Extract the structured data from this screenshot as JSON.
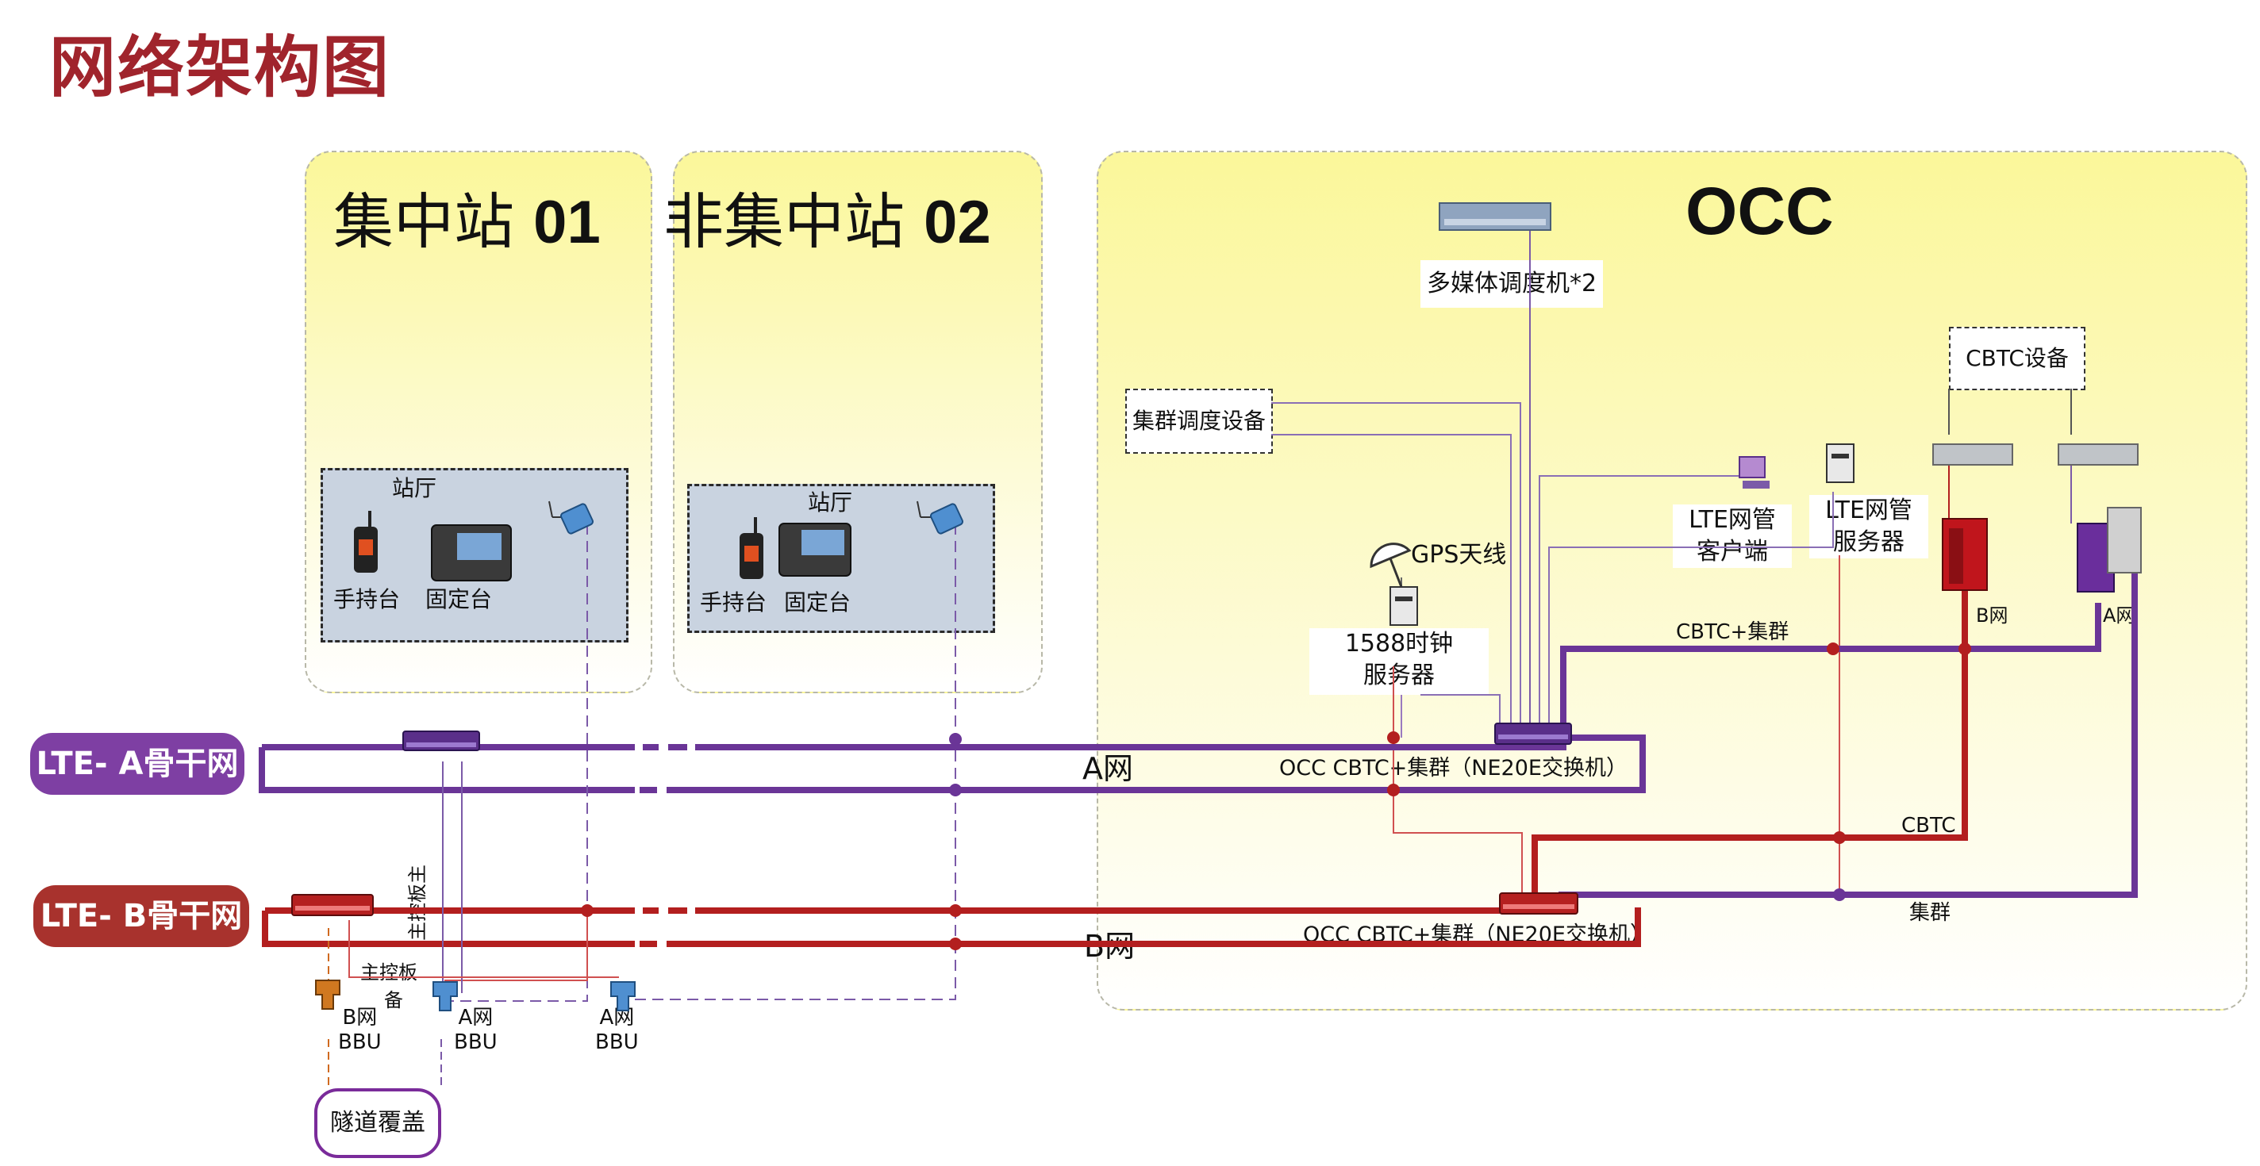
{
  "page_title": "网络架构图",
  "stations": {
    "central": {
      "name": "集中站",
      "number": "01"
    },
    "noncentral": {
      "name": "非集中站",
      "number": "02"
    }
  },
  "occ": {
    "title": "OCC",
    "multimedia_dispatcher": "多媒体调度机*2",
    "trunk_dispatch": "集群调度设备",
    "cbtc_equipment": "CBTC设备",
    "lte_client_line1": "LTE网管",
    "lte_client_line2": "客户端",
    "lte_server_line1": "LTE网管",
    "lte_server_line2": "服务器",
    "gps_antenna": "GPS天线",
    "clock_server_line1": "1588时钟",
    "clock_server_line2": "服务器",
    "net_b_label": "B网",
    "net_a_label": "A网",
    "cbtc_trunk_label": "CBTC+集群",
    "cbtc_label": "CBTC",
    "trunk_label": "集群",
    "switch_a_label": "OCC CBTC+集群（NE20E交换机）",
    "switch_b_label": "OCC CBTC+集群（NE20E交换机）"
  },
  "hall": {
    "label": "站厅",
    "handheld": "手持台",
    "fixed": "固定台"
  },
  "backbone": {
    "a_pill": "LTE- A骨干网",
    "b_pill": "LTE- B骨干网",
    "a_net": "A网",
    "b_net": "B网"
  },
  "bbu": {
    "b_line1": "B网",
    "b_line2": "BBU",
    "a1_line1": "A网",
    "a1_line2": "BBU",
    "a2_line1": "A网",
    "a2_line2": "BBU",
    "board_main": "主控板",
    "board_main_suffix": "主",
    "board_standby": "主控板",
    "board_standby_suffix": "备"
  },
  "tunnel": "隧道覆盖",
  "colors": {
    "title": "#a0242c",
    "purple": "#6a3597",
    "red": "#b31f1f",
    "pill_a": "#7e3fa3",
    "pill_b": "#a8322d"
  },
  "icons": [
    "switch-icon",
    "antenna-icon",
    "walkie-talkie-icon",
    "desk-phone-icon",
    "server-icon",
    "computer-icon",
    "gps-dish-icon",
    "rack-icon",
    "bbu-icon"
  ]
}
